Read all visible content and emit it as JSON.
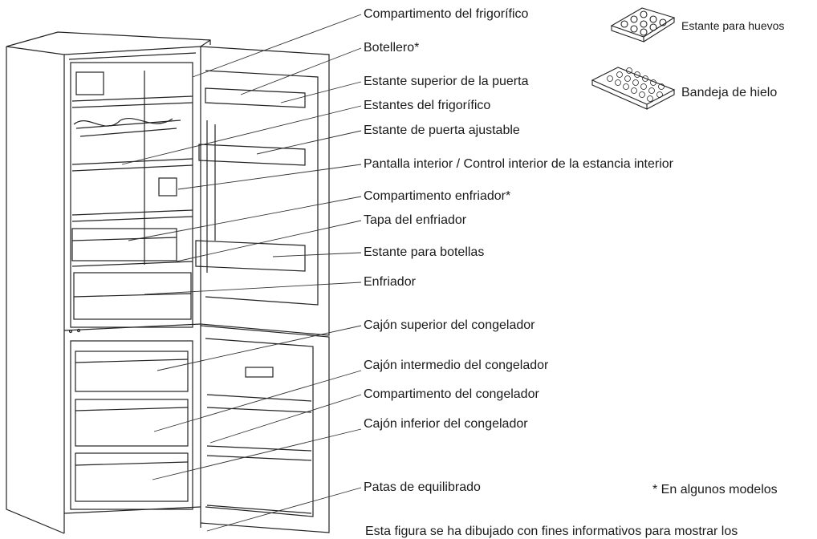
{
  "callouts": [
    "Compartimento del frigorífico",
    "Botellero*",
    "Estante superior de la puerta",
    "Estantes del frigorífico",
    "Estante de puerta ajustable",
    "Pantalla interior / Control interior de la estancia interior",
    "Compartimento enfriador*",
    "Tapa del enfriador",
    "Estante para botellas",
    "Enfriador",
    "Cajón superior del congelador",
    "Cajón intermedio del congelador",
    "Compartimento del congelador",
    "Cajón inferior del congelador",
    "Patas de equilibrado"
  ],
  "accessories": {
    "egg_tray": "Estante para huevos",
    "ice_tray": "Bandeja de hielo"
  },
  "footnote": "* En algunos modelos",
  "caption": "Esta figura se ha dibujado con fines informativos para mostrar los"
}
